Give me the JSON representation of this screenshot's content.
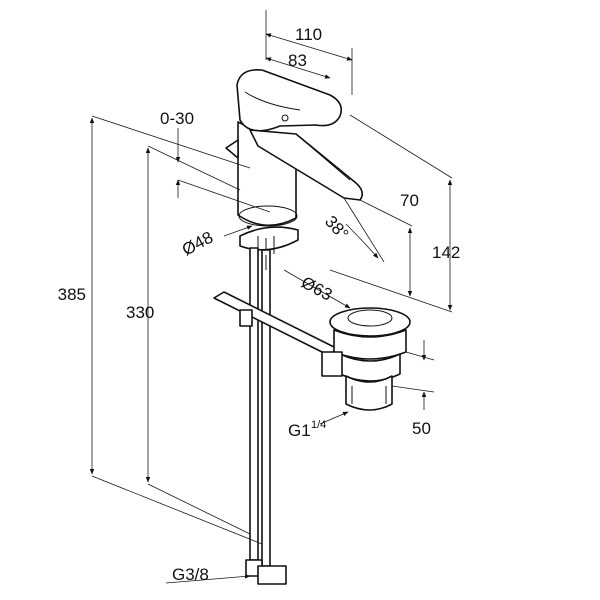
{
  "diagram": {
    "labels": {
      "spout_reach_total": "110",
      "spout_reach": "83",
      "lever_travel": "0-30",
      "overall_height": "385",
      "body_height": "330",
      "base_diameter": "Ø48",
      "spout_angle": "38°",
      "spout_clearance": "70",
      "spout_height": "142",
      "waste_diameter": "Ø63",
      "waste_thread": "G1",
      "waste_thread_fraction": "1/4",
      "waste_length": "50",
      "hose_thread": "G3/8"
    },
    "colors": {
      "line": "#111111",
      "background": "#ffffff"
    }
  }
}
